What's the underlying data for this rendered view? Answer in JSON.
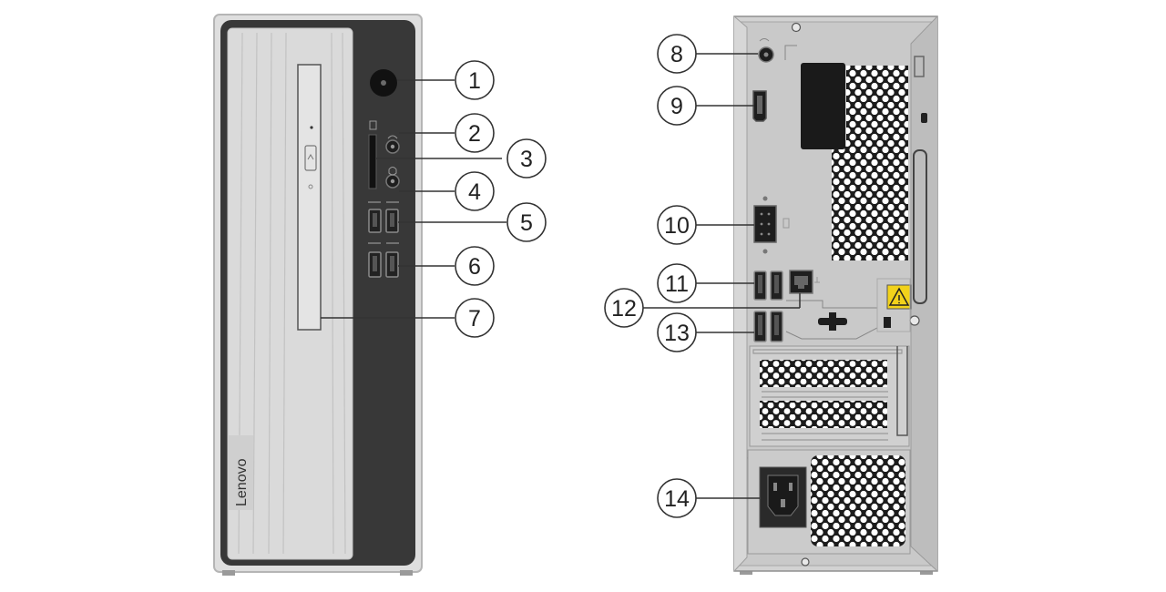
{
  "front_panel": {
    "brand_logo": "Lenovo",
    "callouts": [
      "1",
      "2",
      "3",
      "4",
      "5",
      "6",
      "7"
    ]
  },
  "rear_panel": {
    "callouts": [
      "8",
      "9",
      "10",
      "11",
      "12",
      "13",
      "14"
    ]
  },
  "icons": {
    "front": [
      "power-button-icon",
      "headset-jack-icon",
      "card-reader-icon",
      "microphone-jack-icon",
      "usb-port-icon",
      "optical-drive-icon"
    ],
    "rear": [
      "audio-out-icon",
      "hdmi-port-icon",
      "vga-port-icon",
      "ethernet-port-icon",
      "warning-label-icon",
      "power-connector-icon"
    ]
  },
  "colors": {
    "chassis_silver": "#dcdcdc",
    "front_bezel_dark": "#3a3a3a",
    "front_cover_light": "#d9d9d9",
    "rear_plate": "#c9c9c9",
    "warning_yellow": "#f2d21b",
    "callout_stroke": "#333333"
  }
}
